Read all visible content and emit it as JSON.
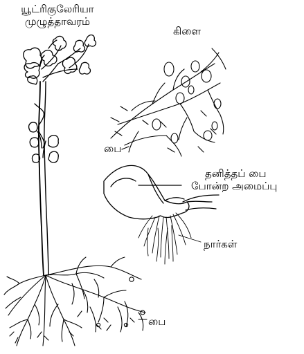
{
  "title": {
    "line1": "யூட்ரிகுலேரியா",
    "line2": "முழுத்தாவரம்"
  },
  "labels": {
    "branch": "கிளை",
    "bladder_left": "பை",
    "bladder_structure_line1": "தனித்தப் பை",
    "bladder_structure_line2": "போன்ற அமைப்பு",
    "rootlets": "நார்கள்",
    "bladder_bottom": "பை"
  },
  "colors": {
    "ink": "#000000",
    "background": "#ffffff"
  }
}
